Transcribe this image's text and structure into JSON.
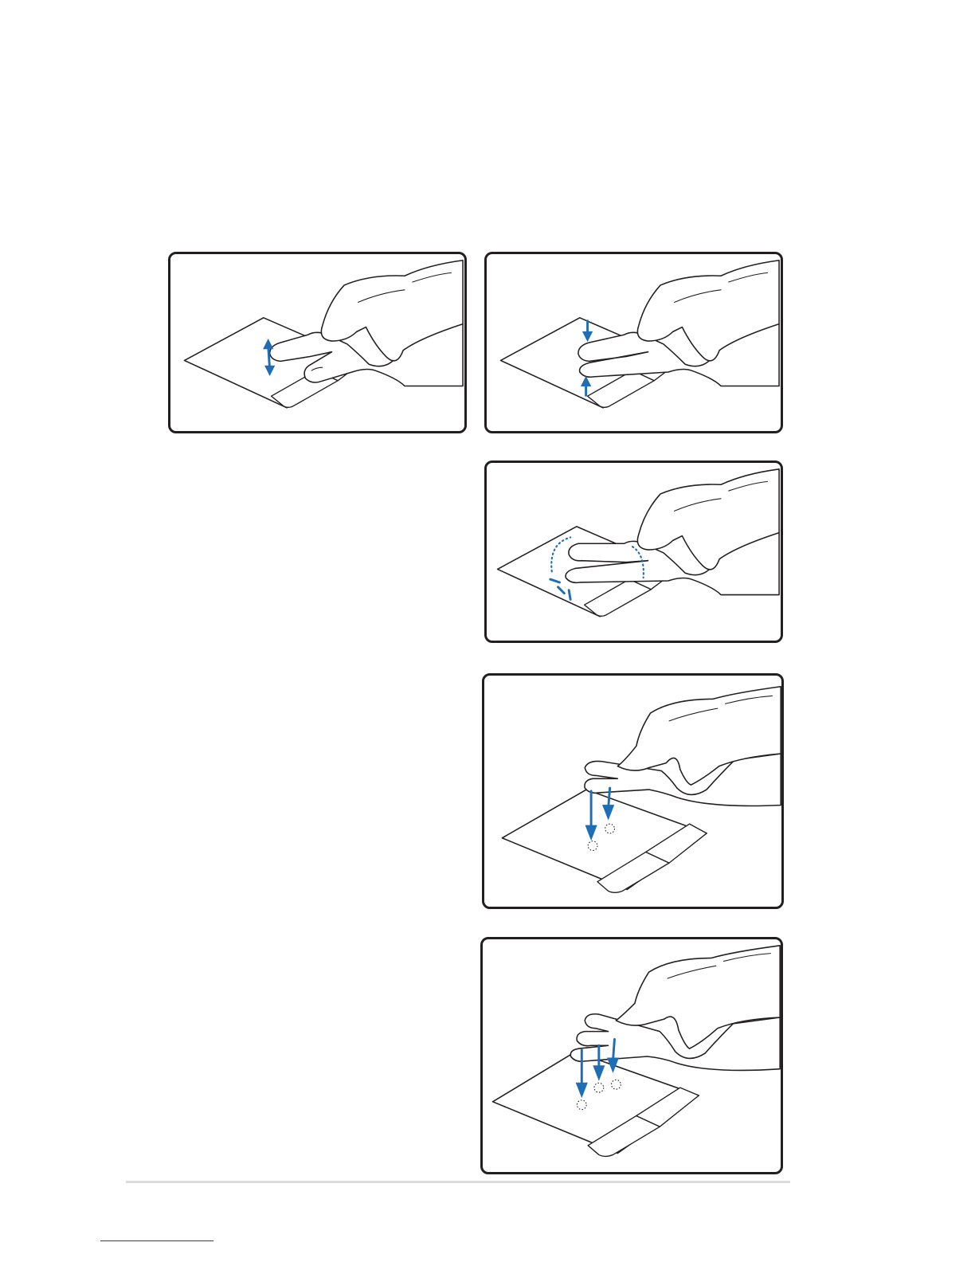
{
  "illustrations": [
    {
      "id": "scroll",
      "icon": "two-finger-vertical-scroll-gesture-icon"
    },
    {
      "id": "zoom",
      "icon": "two-finger-pinch-zoom-gesture-icon"
    },
    {
      "id": "rotate",
      "icon": "two-finger-rotate-gesture-icon"
    },
    {
      "id": "two_finger_tap",
      "icon": "two-finger-tap-gesture-icon"
    },
    {
      "id": "three_finger_tap",
      "icon": "three-finger-tap-gesture-icon"
    }
  ],
  "colors": {
    "frame": "#231f20",
    "gesture_arrow": "#1e6db5",
    "footer_rule": "#dcdcdc",
    "footer_link": "#2b34b8"
  }
}
